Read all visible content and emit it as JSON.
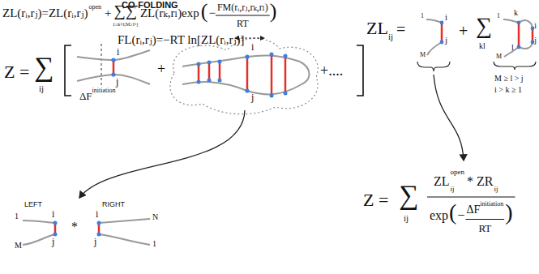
{
  "diagram": {
    "title": "CO-FOLDING",
    "labels": [
      "ZL(rᵢ,rⱼ)=ZL(rᵢ,rⱼ)",
      "open",
      "+",
      "∑∑",
      "1≤k<i;M≥l>j",
      "ZL(rₖ,rₗ)exp",
      "(",
      "−",
      "FM(rᵢ,rⱼ,rₖ,rₗ)",
      "RT",
      ")",
      "FL(rᵢ,rⱼ)=−RT ln[ZL(rᵢ,rⱼ)]",
      "Z =",
      "∑",
      "ij",
      "+",
      "+....",
      "i",
      "j",
      "ΔF",
      "initiation",
      "i",
      "j",
      "LEFT",
      "RIGHT",
      "1",
      "i",
      "i",
      "N",
      "*",
      "j",
      "j",
      "M",
      "1",
      "ZL",
      "ij",
      "=",
      "1",
      "i",
      "j",
      "M",
      "+",
      "∑",
      "kl",
      "1",
      "k",
      "i",
      "l",
      "j",
      "M",
      "M ≥ l > j",
      "i > k ≥ 1",
      "Z =",
      "∑",
      "ij",
      "ZL",
      "open",
      "ij",
      "* ZR",
      "ij",
      "exp",
      "(",
      "−",
      "ΔF",
      "initiation",
      "RT",
      ")"
    ]
  }
}
